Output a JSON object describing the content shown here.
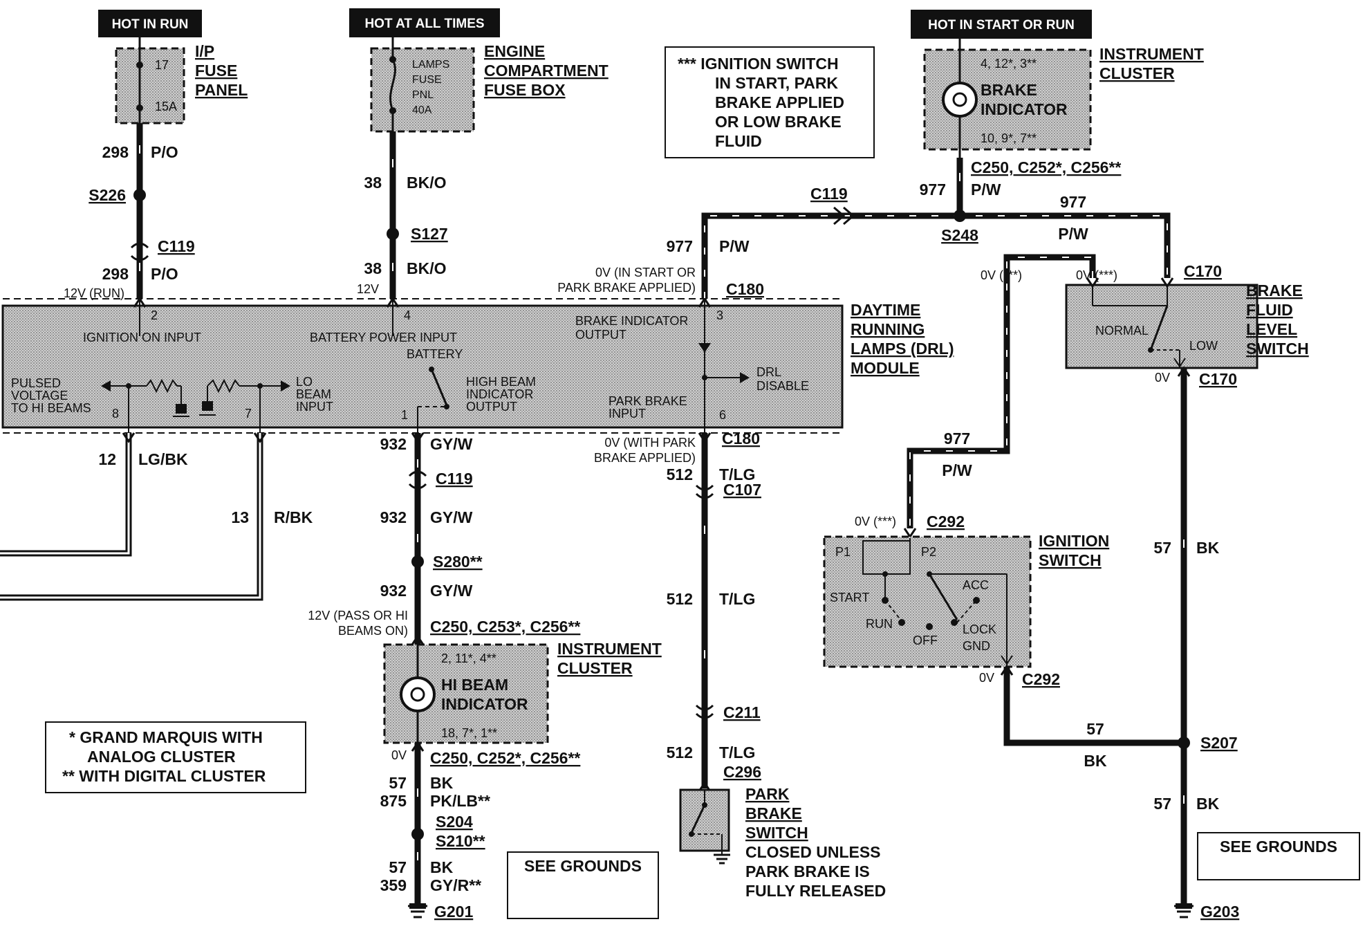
{
  "power_headers": {
    "hot_in_run": "HOT IN RUN",
    "hot_at_all_times": "HOT AT ALL TIMES",
    "hot_in_start_or_run": "HOT IN START OR RUN"
  },
  "ip_fuse": {
    "num": "17",
    "amp": "15A",
    "title1": "I/P",
    "title2": "FUSE",
    "title3": "PANEL"
  },
  "eng_fuse": {
    "l1": "LAMPS",
    "l2": "FUSE",
    "l3": "PNL",
    "l4": "40A",
    "title1": "ENGINE",
    "title2": "COMPARTMENT",
    "title3": "FUSE BOX"
  },
  "ign_note": {
    "l1": "*** IGNITION SWITCH",
    "l2": "IN START, PARK",
    "l3": "BRAKE APPLIED",
    "l4": "OR LOW BRAKE",
    "l5": "FLUID"
  },
  "top_cluster": {
    "pins_top": "4, 12*, 3**",
    "lamp1": "BRAKE",
    "lamp2": "INDICATOR",
    "pins_bottom": "10, 9*, 7**",
    "title1": "INSTRUMENT",
    "title2": "CLUSTER",
    "connectors": "C250, C252*, C256**"
  },
  "wires": {
    "w298": "298",
    "po": "P/O",
    "w38": "38",
    "bko": "BK/O",
    "w977": "977",
    "pw": "P/W",
    "w932": "932",
    "gyw": "GY/W",
    "w512": "512",
    "tlg": "T/LG",
    "w12": "12",
    "lgbk": "LG/BK",
    "w13": "13",
    "rbk": "R/BK",
    "w57": "57",
    "bk": "BK",
    "w875": "875",
    "pklb": "PK/LB**",
    "w359": "359",
    "gyr": "GY/R**"
  },
  "splices": {
    "s226": "S226",
    "s127": "S127",
    "s248": "S248",
    "s280": "S280**",
    "s204": "S204",
    "s210": "S210**",
    "s207": "S207"
  },
  "connectors": {
    "c119": "C119",
    "c180": "C180",
    "c170": "C170",
    "c107": "C107",
    "c211": "C211",
    "c296": "C296",
    "c292": "C292",
    "c250": "C250, C253*, C256**",
    "c250b": "C250, C252*, C256**"
  },
  "voltages": {
    "v12run": "12V (RUN)",
    "v12": "12V",
    "v0start_1": "0V (IN START OR",
    "v0start_2": "PARK BRAKE APPLIED)",
    "v0park_1": "0V (WITH PARK",
    "v0park_2": "BRAKE APPLIED)",
    "v0star": "0V (***)",
    "v0": "0V",
    "v12pass_1": "12V (PASS OR HI",
    "v12pass_2": "BEAMS ON)"
  },
  "drl": {
    "title1": "DAYTIME",
    "title2": "RUNNING",
    "title3": "LAMPS (DRL)",
    "title4": "MODULE",
    "ign_input": "IGNITION ON INPUT",
    "bat_input": "BATTERY POWER INPUT",
    "brake_out1": "BRAKE INDICATOR",
    "brake_out2": "OUTPUT",
    "battery": "BATTERY",
    "pulsed1": "PULSED",
    "pulsed2": "VOLTAGE",
    "pulsed3": "TO HI BEAMS",
    "lo1": "LO",
    "lo2": "BEAM",
    "lo3": "INPUT",
    "hb1": "HIGH BEAM",
    "hb2": "INDICATOR",
    "hb3": "OUTPUT",
    "drl1": "DRL",
    "drl2": "DISABLE",
    "pb1": "PARK BRAKE",
    "pb2": "INPUT",
    "p2": "2",
    "p4": "4",
    "p3": "3",
    "p8": "8",
    "p7": "7",
    "p1": "1",
    "p6": "6"
  },
  "hi_cluster": {
    "pins_top": "2, 11*, 4**",
    "lamp1": "HI BEAM",
    "lamp2": "INDICATOR",
    "pins_bottom": "18, 7*, 1**",
    "title1": "INSTRUMENT",
    "title2": "CLUSTER"
  },
  "brake_fluid": {
    "normal": "NORMAL",
    "low": "LOW",
    "title1": "BRAKE",
    "title2": "FLUID",
    "title3": "LEVEL",
    "title4": "SWITCH"
  },
  "ign_switch": {
    "p1": "P1",
    "p2": "P2",
    "start": "START",
    "acc": "ACC",
    "run": "RUN",
    "off": "OFF",
    "lock": "LOCK",
    "gnd": "GND",
    "title1": "IGNITION",
    "title2": "SWITCH"
  },
  "park_switch": {
    "title1": "PARK",
    "title2": "BRAKE",
    "title3": "SWITCH",
    "n1": "CLOSED UNLESS",
    "n2": "PARK BRAKE IS",
    "n3": "FULLY RELEASED"
  },
  "legend": {
    "l1": "* GRAND MARQUIS WITH",
    "l2": "ANALOG CLUSTER",
    "l3": "** WITH DIGITAL CLUSTER"
  },
  "grounds": {
    "see": "SEE GROUNDS",
    "g201": "G201",
    "g203": "G203"
  }
}
